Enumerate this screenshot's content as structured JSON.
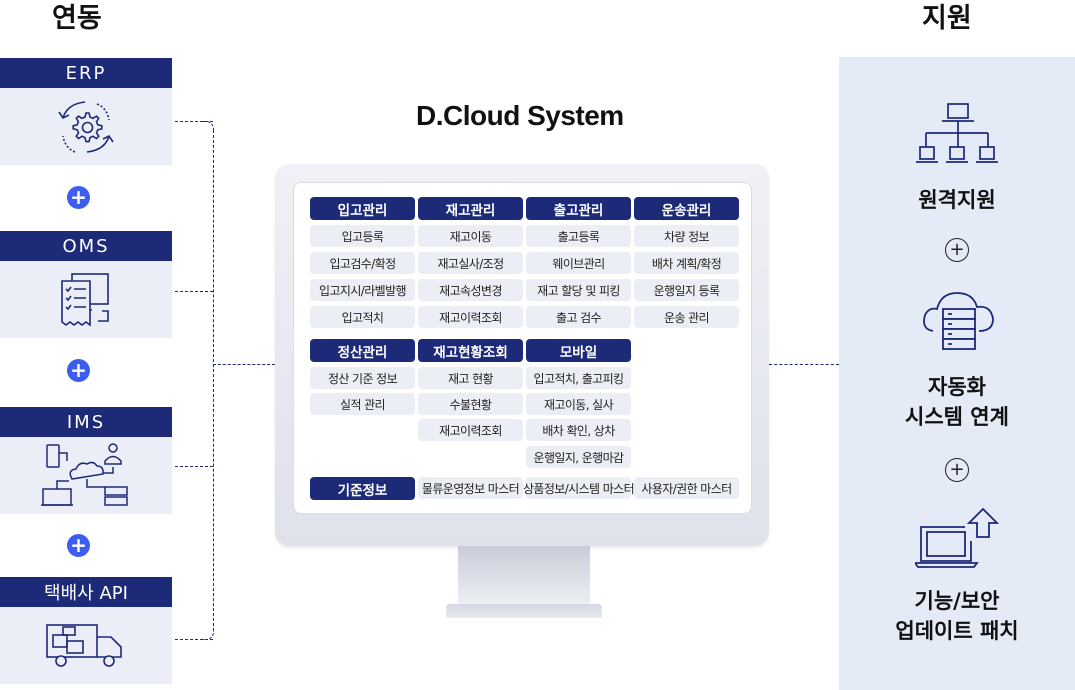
{
  "headings": {
    "left": "연동",
    "right": "지원"
  },
  "integrations": [
    {
      "title": "ERP",
      "icon": "gear-cycle-icon"
    },
    {
      "title": "OMS",
      "icon": "checklist-document-icon"
    },
    {
      "title": "IMS",
      "icon": "cloud-network-icon"
    },
    {
      "title": "택배사 API",
      "icon": "delivery-truck-icon"
    }
  ],
  "plus_symbol": "+",
  "system_title": "D.Cloud System",
  "modules": {
    "row1": [
      {
        "header": "입고관리",
        "items": [
          "입고등록",
          "입고검수/확정",
          "입고지시/라벨발행",
          "입고적치"
        ]
      },
      {
        "header": "재고관리",
        "items": [
          "재고이동",
          "재고실사/조정",
          "재고속성변경",
          "재고이력조회"
        ]
      },
      {
        "header": "출고관리",
        "items": [
          "출고등록",
          "웨이브관리",
          "재고 할당 및 피킹",
          "출고 검수"
        ]
      },
      {
        "header": "운송관리",
        "items": [
          "차량 정보",
          "배차 계획/확정",
          "운행일지 등록",
          "운송 관리"
        ]
      }
    ],
    "row2": [
      {
        "header": "정산관리",
        "items": [
          "정산 기준 정보",
          "실적 관리"
        ]
      },
      {
        "header": "재고현황조회",
        "items": [
          "재고 현황",
          "수불현황",
          "재고이력조회"
        ]
      },
      {
        "header": "모바일",
        "items": [
          "입고적치, 출고피킹",
          "재고이동, 실사",
          "배차 확인, 상차",
          "운행일지, 운행마감"
        ]
      }
    ],
    "base": {
      "header": "기준정보",
      "items": [
        "물류운영정보 마스터",
        "상품정보/시스템 마스터",
        "사용자/권한 마스터"
      ]
    }
  },
  "support": [
    {
      "label_lines": [
        "원격지원"
      ],
      "icon": "network-hierarchy-icon"
    },
    {
      "label_lines": [
        "자동화",
        "시스템 연계"
      ],
      "icon": "cloud-server-icon"
    },
    {
      "label_lines": [
        "기능/보안",
        "업데이트 패치"
      ],
      "icon": "laptop-upload-icon"
    }
  ],
  "colors": {
    "navy": "#1d2a78",
    "blue": "#3d5cf0",
    "panel": "#e4eaf6",
    "item_bg": "#eceef6",
    "int_bg": "#ebeef7"
  }
}
